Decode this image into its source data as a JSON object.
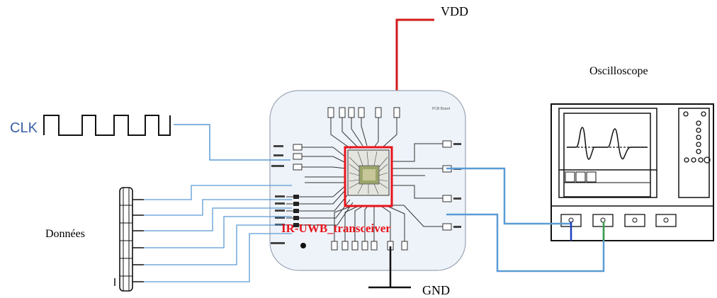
{
  "labels": {
    "vdd": "VDD",
    "gnd": "GND",
    "oscilloscope": "Oscilloscope",
    "data": "Données",
    "clk": "CLK",
    "chip": "IR-UWB_transceiver",
    "pcb": "PCB Board"
  },
  "colors": {
    "vdd_wire": "#d11a1a",
    "chip_outline": "#e8141b",
    "signal_wire": "#5b9bd5",
    "probe_blue": "#1f3fbf",
    "probe_green": "#3a9a4a",
    "pcb_fill": "#eef3f9",
    "clk_text": "#3a5fa8"
  }
}
